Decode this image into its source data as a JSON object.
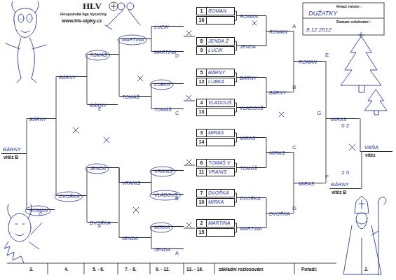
{
  "diagram": {
    "nodes": [
      {
        "text": [
          "1",
          "ROMAN"
        ]
      },
      {
        "text": [
          "16"
        ]
      },
      {
        "text": [
          "8",
          "JENDA Ž"
        ]
      },
      {
        "text": [
          "9",
          "LUCIK"
        ]
      },
      {
        "text": [
          "5",
          "BÁRNY"
        ]
      },
      {
        "text": [
          "12",
          "LUBKA"
        ]
      },
      {
        "text": [
          "4",
          "VLADOUŠ"
        ]
      },
      {
        "text": [
          "13"
        ]
      },
      {
        "text": [
          "3",
          "MIRAS"
        ]
      },
      {
        "text": [
          "14"
        ]
      },
      {
        "text": [
          "6",
          "TOMÁŠ V"
        ]
      },
      {
        "text": [
          "11",
          "VRANIS"
        ]
      },
      {
        "text": [
          "7",
          "DVOŘKA"
        ]
      },
      {
        "text": [
          "10",
          "MIRKA"
        ]
      },
      {
        "text": [
          "2",
          "MARTINA"
        ]
      },
      {
        "text": [
          "15"
        ]
      },
      {
        "text": [
          "ROMAN"
        ]
      },
      {
        "text": [
          "JENDA"
        ]
      },
      {
        "text": [
          "BÁRNY"
        ]
      },
      {
        "text": [
          "VLADOUŠ"
        ]
      },
      {
        "text": [
          "MIRAS"
        ]
      },
      {
        "text": [
          "TOMÁŠ"
        ]
      },
      {
        "text": [
          "DVOŘKA"
        ]
      },
      {
        "text": [
          "MARTINA"
        ]
      },
      {
        "text": [
          "ROMAN"
        ]
      },
      {
        "text": [
          "BÁRNY"
        ]
      },
      {
        "text": [
          "MIRAS"
        ]
      },
      {
        "text": [
          "DVOŘKA"
        ]
      },
      {
        "text": [
          "ROMAN"
        ]
      },
      {
        "text": [
          "MIRAS"
        ]
      },
      {
        "text": [
          "MIRAS"
        ]
      },
      {
        "text": [
          "BÁRNY",
          "vítěz B"
        ]
      },
      {
        "text": [
          "VAŇA",
          "vítěz"
        ]
      },
      {
        "text": [
          "LUCIK"
        ]
      },
      {
        "text": [
          "MARTINA"
        ]
      },
      {
        "text": [
          "LUBKA"
        ]
      },
      {
        "text": [
          "TOMÁŠ"
        ]
      },
      {
        "text": [
          "VRANIS"
        ]
      },
      {
        "text": [
          "VLADOUŠ"
        ]
      },
      {
        "text": [
          "MIRKA"
        ]
      },
      {
        "text": [
          "JENDA"
        ]
      },
      {
        "text": [
          "MARTINA"
        ]
      },
      {
        "text": [
          "TOMÁŠ"
        ]
      },
      {
        "text": [
          "VRANIS"
        ]
      },
      {
        "text": [
          "JENDA"
        ]
      },
      {
        "text": [
          "TOMÁŠ"
        ]
      },
      {
        "text": [
          "BÁRNY"
        ]
      },
      {
        "text": [
          "JENDA"
        ]
      },
      {
        "text": [
          "DVOŘKA"
        ]
      },
      {
        "text": [
          "BÁRNY"
        ]
      },
      {
        "text": [
          "DVOŘKA"
        ]
      },
      {
        "text": [
          "BÁRNY"
        ]
      },
      {
        "text": [
          "ROMAN"
        ]
      },
      {
        "text": [
          "BÁRNY",
          "vítěz B"
        ]
      }
    ],
    "edges": [
      {
        "from": 0,
        "to": 16,
        "arrow": "none"
      },
      {
        "from": 1,
        "to": 16,
        "arrow": "none"
      },
      {
        "from": 2,
        "to": 17,
        "arrow": "none"
      },
      {
        "from": 3,
        "to": 17,
        "arrow": "none"
      },
      {
        "from": 4,
        "to": 18,
        "arrow": "none"
      },
      {
        "from": 5,
        "to": 18,
        "arrow": "none"
      },
      {
        "from": 6,
        "to": 19,
        "arrow": "none"
      },
      {
        "from": 7,
        "to": 19,
        "arrow": "none"
      },
      {
        "from": 8,
        "to": 20,
        "arrow": "none"
      },
      {
        "from": 9,
        "to": 20,
        "arrow": "none"
      },
      {
        "from": 10,
        "to": 21,
        "arrow": "none"
      },
      {
        "from": 11,
        "to": 21,
        "arrow": "none"
      },
      {
        "from": 12,
        "to": 22,
        "arrow": "none"
      },
      {
        "from": 13,
        "to": 22,
        "arrow": "none"
      },
      {
        "from": 14,
        "to": 23,
        "arrow": "none"
      },
      {
        "from": 15,
        "to": 23,
        "arrow": "none"
      },
      {
        "from": 16,
        "to": 24,
        "arrow": "none"
      },
      {
        "from": 17,
        "to": 24,
        "arrow": "none"
      },
      {
        "from": 18,
        "to": 25,
        "arrow": "none"
      },
      {
        "from": 19,
        "to": 25,
        "arrow": "none"
      },
      {
        "from": 20,
        "to": 26,
        "arrow": "none"
      },
      {
        "from": 21,
        "to": 26,
        "arrow": "none"
      },
      {
        "from": 22,
        "to": 27,
        "arrow": "none"
      },
      {
        "from": 23,
        "to": 27,
        "arrow": "none"
      },
      {
        "from": 24,
        "to": 28,
        "arrow": "none"
      },
      {
        "from": 25,
        "to": 28,
        "arrow": "none"
      },
      {
        "from": 26,
        "to": 29,
        "arrow": "none"
      },
      {
        "from": 27,
        "to": 29,
        "arrow": "none"
      },
      {
        "from": 28,
        "to": 30,
        "arrow": "none"
      },
      {
        "from": 29,
        "to": 30,
        "arrow": "none"
      },
      {
        "from": 30,
        "to": 32,
        "arrow": "none"
      },
      {
        "from": 31,
        "to": 32,
        "arrow": "none"
      },
      {
        "from": 33,
        "to": 41,
        "arrow": "none"
      },
      {
        "from": 34,
        "to": 41,
        "arrow": "none"
      },
      {
        "from": 35,
        "to": 42,
        "arrow": "none"
      },
      {
        "from": 36,
        "to": 42,
        "arrow": "none"
      },
      {
        "from": 37,
        "to": 43,
        "arrow": "none"
      },
      {
        "from": 38,
        "to": 43,
        "arrow": "none"
      },
      {
        "from": 39,
        "to": 44,
        "arrow": "none"
      },
      {
        "from": 40,
        "to": 44,
        "arrow": "none"
      },
      {
        "from": 41,
        "to": 45,
        "arrow": "none"
      },
      {
        "from": 42,
        "to": 45,
        "arrow": "none"
      },
      {
        "from": 43,
        "to": 47,
        "arrow": "none"
      },
      {
        "from": 44,
        "to": 47,
        "arrow": "none"
      },
      {
        "from": 45,
        "to": 49,
        "arrow": "none"
      },
      {
        "from": 46,
        "to": 49,
        "arrow": "none"
      },
      {
        "from": 47,
        "to": 50,
        "arrow": "none"
      },
      {
        "from": 48,
        "to": 50,
        "arrow": "none"
      },
      {
        "from": 49,
        "to": 51,
        "arrow": "none"
      },
      {
        "from": 50,
        "to": 51,
        "arrow": "none"
      },
      {
        "from": 51,
        "to": 53,
        "arrow": "none"
      },
      {
        "from": 52,
        "to": 53,
        "arrow": "none"
      }
    ],
    "labels": [
      "HLV",
      "Hospodská liga Vysočiny",
      "www.hlv-sipky.cz",
      "Hrací místo :",
      "DUŽATKY",
      "Datum odehrání :",
      "8.12.2012",
      "A",
      "B",
      "C",
      "D",
      "E",
      "F",
      "G",
      "0 2",
      "2 0",
      "D",
      "C",
      "E",
      "B",
      "A",
      "F",
      "G",
      "3.",
      "4.",
      "5. - 6.",
      "7. - 8.",
      "9. - 12.",
      "13. - 16.",
      "základní rozlosování",
      "Pořadí:",
      "2."
    ]
  }
}
